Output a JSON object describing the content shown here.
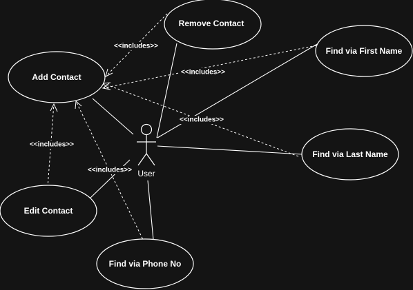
{
  "actor": {
    "label": "User"
  },
  "use_cases": {
    "add_contact": "Add Contact",
    "remove_contact": "Remove Contact",
    "find_first_name": "Find via First Name",
    "find_last_name": "Find via Last Name",
    "edit_contact": "Edit Contact",
    "find_phone": "Find via Phone No"
  },
  "relations": {
    "remove_includes": "<<includes>>",
    "first_name_includes": "<<includes>>",
    "last_name_includes": "<<includes>>",
    "edit_includes": "<<includes>>",
    "phone_includes": "<<includes>>"
  }
}
